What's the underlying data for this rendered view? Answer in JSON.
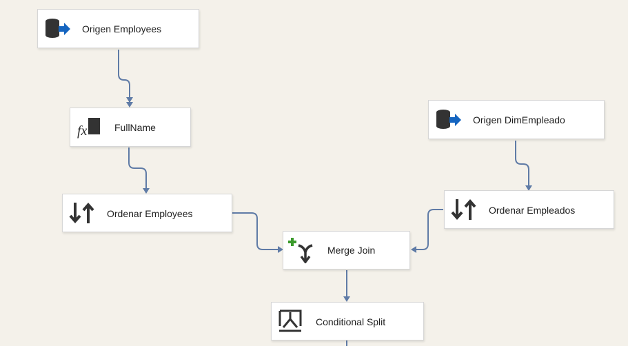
{
  "nodes": [
    {
      "id": "origen-employees",
      "label": "Origen Employees",
      "icon": "ole-db-source-icon"
    },
    {
      "id": "fullname",
      "label": "FullName",
      "icon": "derived-column-icon"
    },
    {
      "id": "ordenar-employees",
      "label": "Ordenar Employees",
      "icon": "sort-icon"
    },
    {
      "id": "origen-dimempleado",
      "label": "Origen DimEmpleado",
      "icon": "ole-db-source-icon"
    },
    {
      "id": "ordenar-empleados",
      "label": "Ordenar Empleados",
      "icon": "sort-icon"
    },
    {
      "id": "merge-join",
      "label": "Merge Join",
      "icon": "merge-join-icon"
    },
    {
      "id": "conditional-split",
      "label": "Conditional Split",
      "icon": "conditional-split-icon"
    }
  ],
  "colors": {
    "canvas": "#f4f1ea",
    "connector": "#5f7ba6",
    "icon_dark": "#333333",
    "icon_blue": "#1565c0",
    "icon_green": "#3a9a2b"
  }
}
